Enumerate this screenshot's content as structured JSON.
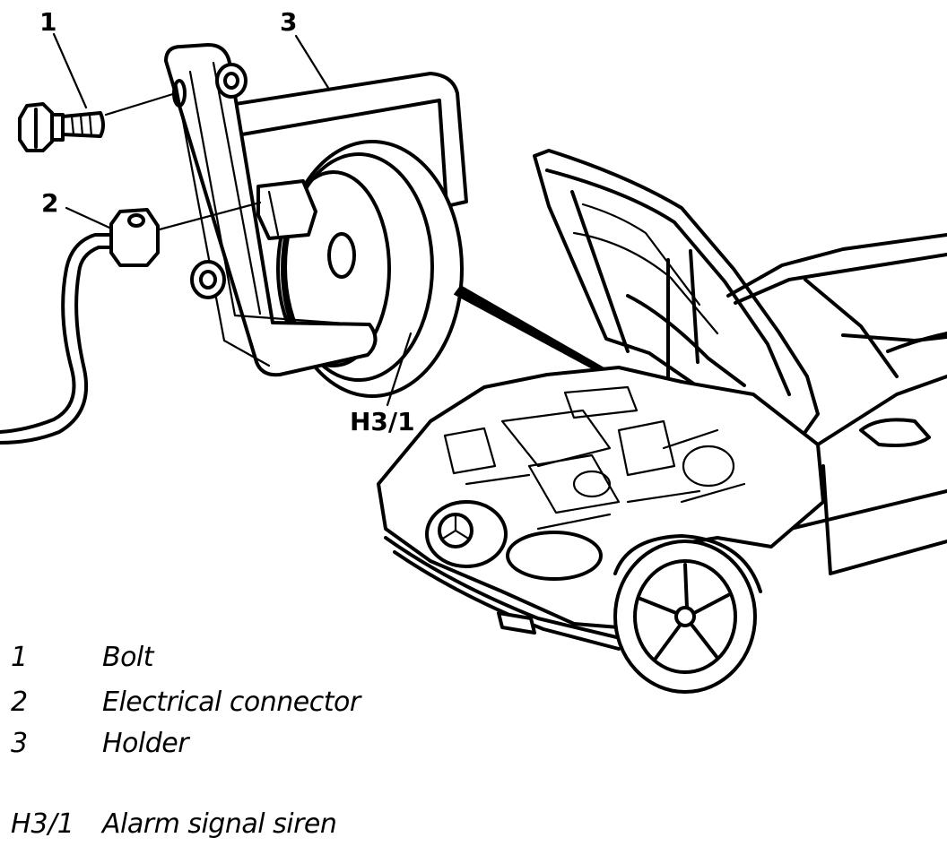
{
  "callouts": {
    "bolt": "1",
    "connector": "2",
    "holder": "3",
    "siren": "H3/1"
  },
  "legend": [
    {
      "key": "1",
      "text": "Bolt"
    },
    {
      "key": "2",
      "text": "Electrical connector"
    },
    {
      "key": "3",
      "text": "Holder"
    },
    {
      "key": "H3/1",
      "text": "Alarm signal siren"
    }
  ]
}
